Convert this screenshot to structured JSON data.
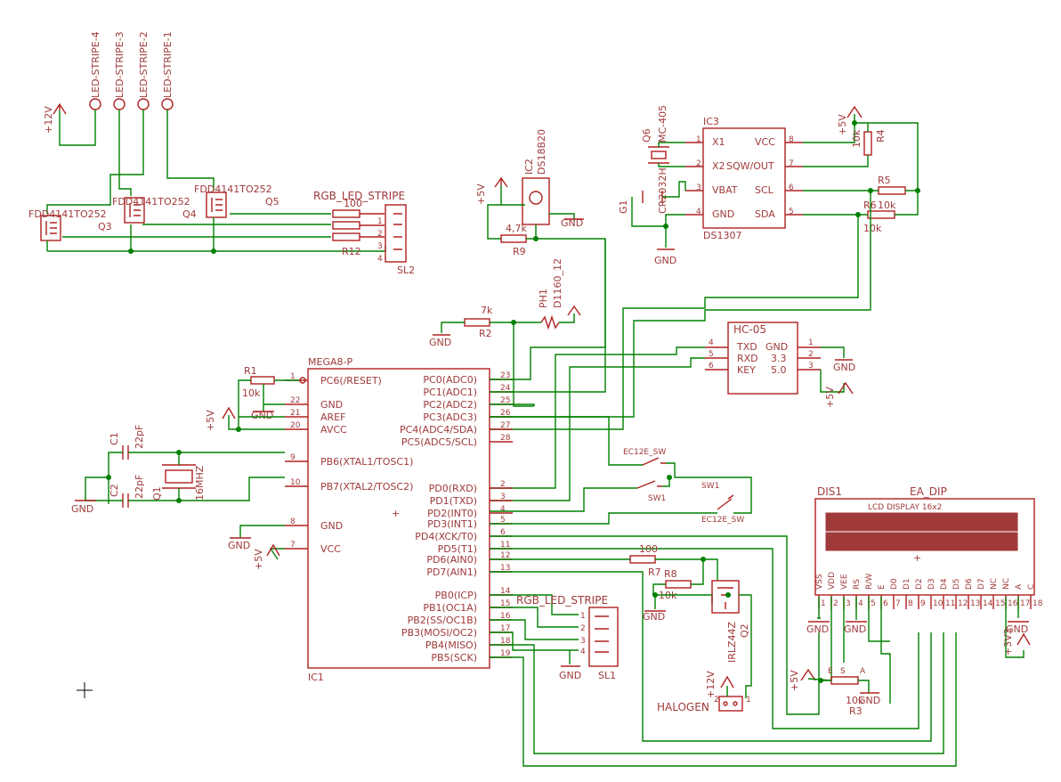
{
  "led_stripe_labels": [
    "LED-STRIPE-4",
    "LED-STRIPE-3",
    "LED-STRIPE-2",
    "LED-STRIPE-1"
  ],
  "supply": {
    "v12": "+12V",
    "v5": "+5V",
    "v33": "+3V3",
    "gnd": "GND"
  },
  "mosfets": {
    "part": "FDD4141TO252",
    "q1_part": "FDD4141TO252",
    "q3": "Q3",
    "q4": "Q4",
    "q5": "Q5",
    "q4_part": "FDD4141TO252",
    "q5_part": "FDD4141TO252"
  },
  "sl2": {
    "title": "RGB_LED_STRIPE",
    "name": "SL2",
    "pins": [
      "1",
      "2",
      "3",
      "4"
    ],
    "r_value": "100",
    "r_name": "R12"
  },
  "ic2": {
    "name": "IC2",
    "part": "DS18B20"
  },
  "r9": {
    "value": "4,7k",
    "name": "R9"
  },
  "ph1": {
    "name": "PH1",
    "part": "D1160_12"
  },
  "r2": {
    "value": "7k",
    "name": "R2"
  },
  "rtc": {
    "name": "IC3",
    "part": "DS1307",
    "left_pins": [
      {
        "num": "1",
        "name": "X1"
      },
      {
        "num": "2",
        "name": "X2"
      },
      {
        "num": "3",
        "name": "VBAT"
      },
      {
        "num": "4",
        "name": "GND"
      }
    ],
    "right_pins": [
      {
        "num": "8",
        "name": "VCC"
      },
      {
        "num": "7",
        "name": "SQW/OUT"
      },
      {
        "num": "6",
        "name": "SCL"
      },
      {
        "num": "5",
        "name": "SDA"
      }
    ]
  },
  "crystal_q6": {
    "name": "Q6",
    "part": "MC-405"
  },
  "battery_g1": {
    "name": "G1",
    "part": "CR2032H"
  },
  "r4": {
    "value": "10k",
    "name": "R4"
  },
  "r5": {
    "value": "10k",
    "name": "R5"
  },
  "r6": {
    "value": "10k",
    "name": "R6"
  },
  "hc05": {
    "name": "HC-05",
    "left_pins": [
      {
        "num": "4",
        "name": "TXD"
      },
      {
        "num": "5",
        "name": "RXD"
      },
      {
        "num": "6",
        "name": "KEY"
      }
    ],
    "right_pins": [
      {
        "num": "1",
        "name": "GND"
      },
      {
        "num": "2",
        "name": "3.3"
      },
      {
        "num": "3",
        "name": "5.0"
      }
    ]
  },
  "mcu": {
    "name": "IC1",
    "part": "MEGA8-P",
    "left_pins": [
      {
        "num": "1",
        "name": "PC6(/RESET)"
      },
      {
        "num": "22",
        "name": "GND"
      },
      {
        "num": "21",
        "name": "AREF"
      },
      {
        "num": "20",
        "name": "AVCC"
      },
      {
        "num": "9",
        "name": "PB6(XTAL1/TOSC1)"
      },
      {
        "num": "10",
        "name": "PB7(XTAL2/TOSC2)"
      },
      {
        "num": "8",
        "name": "GND"
      },
      {
        "num": "7",
        "name": "VCC"
      }
    ],
    "right_pins": [
      {
        "num": "23",
        "name": "PC0(ADC0)"
      },
      {
        "num": "24",
        "name": "PC1(ADC1)"
      },
      {
        "num": "25",
        "name": "PC2(ADC2)"
      },
      {
        "num": "26",
        "name": "PC3(ADC3)"
      },
      {
        "num": "27",
        "name": "PC4(ADC4/SDA)"
      },
      {
        "num": "28",
        "name": "PC5(ADC5/SCL)"
      },
      {
        "num": "2",
        "name": "PD0(RXD)"
      },
      {
        "num": "3",
        "name": "PD1(TXD)"
      },
      {
        "num": "4",
        "name": "PD2(INT0)"
      },
      {
        "num": "5",
        "name": "PD3(INT1)"
      },
      {
        "num": "6",
        "name": "PD4(XCK/T0)"
      },
      {
        "num": "11",
        "name": "PD5(T1)"
      },
      {
        "num": "12",
        "name": "PD6(AIN0)"
      },
      {
        "num": "13",
        "name": "PD7(AIN1)"
      },
      {
        "num": "14",
        "name": "PB0(ICP)"
      },
      {
        "num": "15",
        "name": "PB1(OC1A)"
      },
      {
        "num": "16",
        "name": "PB2(SS/OC1B)"
      },
      {
        "num": "17",
        "name": "PB3(MOSI/OC2)"
      },
      {
        "num": "18",
        "name": "PB4(MISO)"
      },
      {
        "num": "19",
        "name": "PB5(SCK)"
      }
    ]
  },
  "r1": {
    "value": "10k",
    "name": "R1"
  },
  "c1": {
    "value": "22pF",
    "name": "C1"
  },
  "c2": {
    "value": "22pF",
    "name": "C2"
  },
  "q1": {
    "name": "Q1",
    "value": "16MHZ"
  },
  "sw": {
    "label": "EC12E_SW",
    "name": "SW1"
  },
  "sl1": {
    "title": "RGB_LED_STRIPE",
    "name": "SL1",
    "pins": [
      "1",
      "2",
      "3",
      "4"
    ]
  },
  "r7": {
    "value": "100",
    "name": "R7"
  },
  "r8": {
    "value": "10k",
    "name": "R8"
  },
  "q2": {
    "name": "Q2",
    "part": "IRLZ44Z"
  },
  "halogen": {
    "name": "HALOGEN",
    "pin1": "1",
    "pin2": "2"
  },
  "lcd": {
    "name": "DIS1",
    "part": "EA_DIP",
    "title": "LCD DISPLAY 16x2",
    "pin_names": [
      "VSS",
      "VDD",
      "VEE",
      "RS",
      "R/W",
      "E",
      "D0",
      "D1",
      "D2",
      "D3",
      "D4",
      "D5",
      "D6",
      "D7",
      "NC",
      "NC",
      "A",
      "C"
    ],
    "pin_nums": [
      "1",
      "2",
      "3",
      "4",
      "5",
      "6",
      "7",
      "8",
      "9",
      "10",
      "11",
      "12",
      "13",
      "14",
      "15",
      "16",
      "17",
      "18"
    ]
  },
  "r3": {
    "value": "10k",
    "name": "R3",
    "e": "E",
    "s": "S",
    "a": "A"
  }
}
